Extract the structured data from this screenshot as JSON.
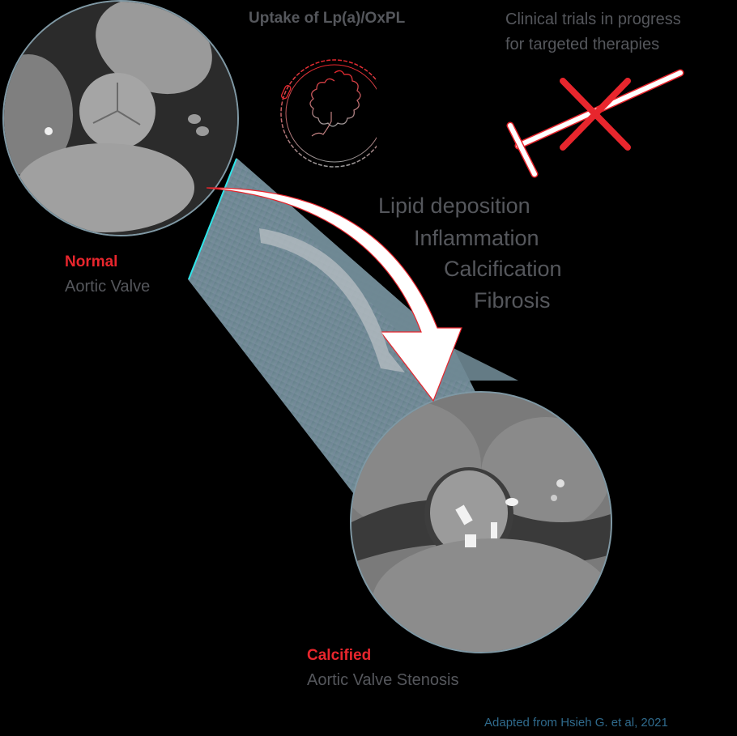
{
  "header": {
    "uptake_title": "Uptake of Lp(a)/OxPL",
    "trials_line1": "Clinical trials in progress",
    "trials_line2": "for targeted therapies"
  },
  "normal": {
    "title": "Normal",
    "subtitle": "Aortic Valve"
  },
  "calcified": {
    "title": "Calcified",
    "subtitle": "Aortic Valve Stenosis"
  },
  "process_steps": [
    "Lipid deposition",
    "Inflammation",
    "Calcification",
    "Fibrosis"
  ],
  "credit": "Adapted from Hsieh G. et al, 2021",
  "icons": {
    "lpa": "lp-a-particle-icon",
    "syringe": "syringe-crossed-icon",
    "arrow": "progression-arrow-icon"
  },
  "colors": {
    "accent_red": "#e8262d",
    "text_grey": "#55575c",
    "credit_blue": "#2f6a8c",
    "cone": "#6d8591",
    "ring": "#7f98a4"
  }
}
